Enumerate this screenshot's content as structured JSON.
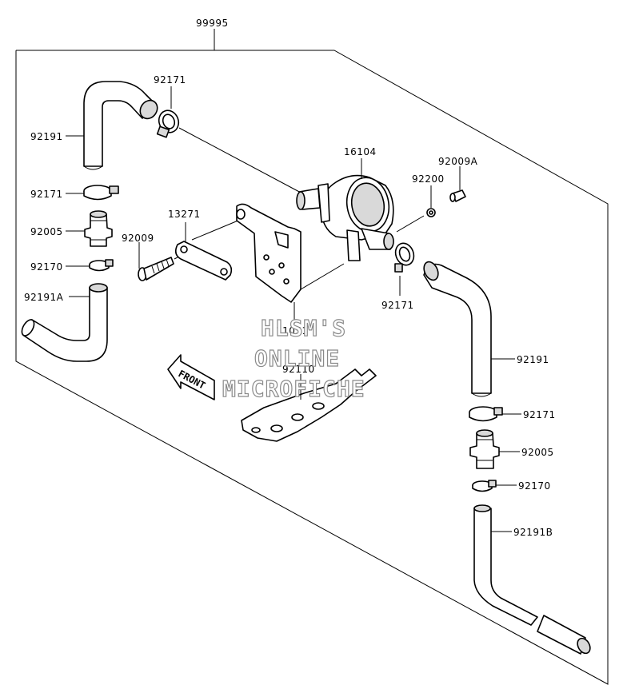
{
  "title_ref": "99995",
  "labels": {
    "p92171_top": "92171",
    "p92191_left": "92191",
    "p92171_left": "92171",
    "p92005_left": "92005",
    "p92170_left": "92170",
    "p92191A": "92191A",
    "p13271": "13271",
    "p92009": "92009",
    "p16104": "16104",
    "p92009A": "92009A",
    "p92200": "92200",
    "p92171_mid": "92171",
    "p11051": "11051",
    "p92110": "92110",
    "p92191_right": "92191",
    "p92171_right": "92171",
    "p92005_right": "92005",
    "p92170_right": "92170",
    "p92191B": "92191B"
  },
  "front_label": "FRONT",
  "watermark": [
    "HLSM'S",
    "ONLINE",
    "MICROFICHE"
  ]
}
